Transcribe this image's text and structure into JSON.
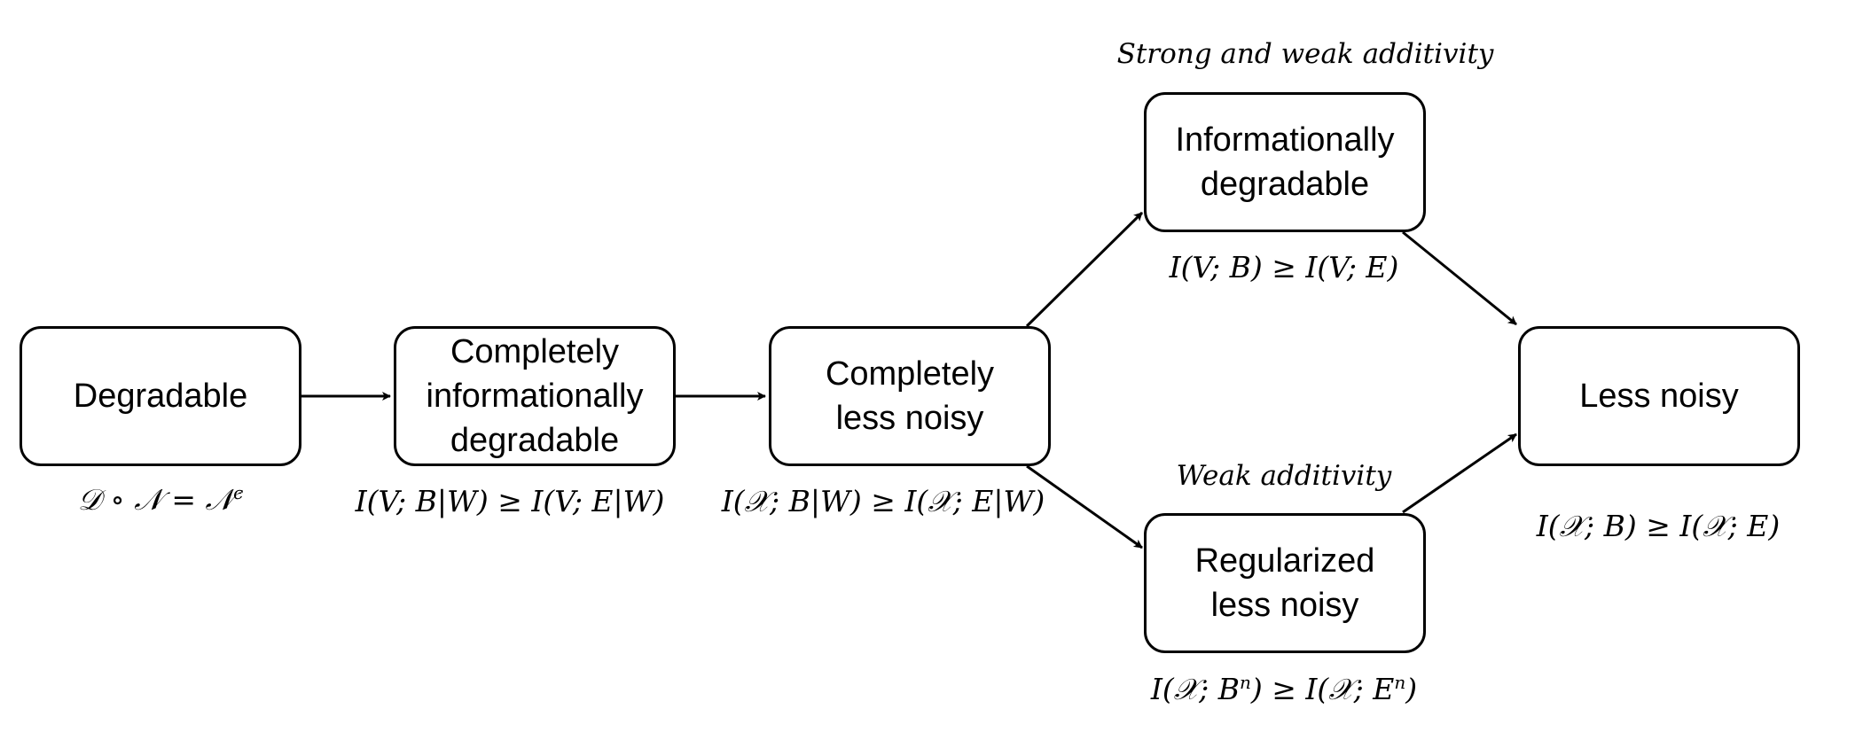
{
  "nodes": {
    "degradable": {
      "label": "Degradable"
    },
    "completely_informationally_degradable": {
      "label": "Completely\ninformationally\ndegradable"
    },
    "completely_less_noisy": {
      "label": "Completely\nless noisy"
    },
    "informationally_degradable": {
      "label": "Informationally\ndegradable"
    },
    "regularized_less_noisy": {
      "label": "Regularized\nless noisy"
    },
    "less_noisy": {
      "label": "Less noisy"
    }
  },
  "formulas": {
    "degradable": {
      "base": "𝒟 ∘ 𝒩 = 𝒩",
      "sup": "c"
    },
    "completely_informationally_degradable": {
      "text": "I(V; B|W) ≥ I(V; E|W)"
    },
    "completely_less_noisy": {
      "text": "I(𝒳; B|W) ≥ I(𝒳; E|W)"
    },
    "informationally_degradable": {
      "text": "I(V; B) ≥ I(V; E)"
    },
    "regularized_less_noisy": {
      "p1": "I(𝒳; B",
      "sup1": "n",
      "p2": ") ≥ I(𝒳; E",
      "sup2": "n",
      "p3": ")"
    },
    "less_noisy": {
      "text": "I(𝒳; B) ≥ I(𝒳; E)"
    }
  },
  "annotations": {
    "strong_weak_additivity": "Strong and weak additivity",
    "weak_additivity": "Weak additivity"
  },
  "edges": [
    {
      "from": "Degradable",
      "to": "Completely informationally degradable"
    },
    {
      "from": "Completely informationally degradable",
      "to": "Completely less noisy"
    },
    {
      "from": "Completely less noisy",
      "to": "Informationally degradable"
    },
    {
      "from": "Completely less noisy",
      "to": "Regularized less noisy"
    },
    {
      "from": "Informationally degradable",
      "to": "Less noisy"
    },
    {
      "from": "Regularized less noisy",
      "to": "Less noisy"
    }
  ],
  "colors": {
    "stroke": "#000000",
    "background": "#ffffff"
  }
}
